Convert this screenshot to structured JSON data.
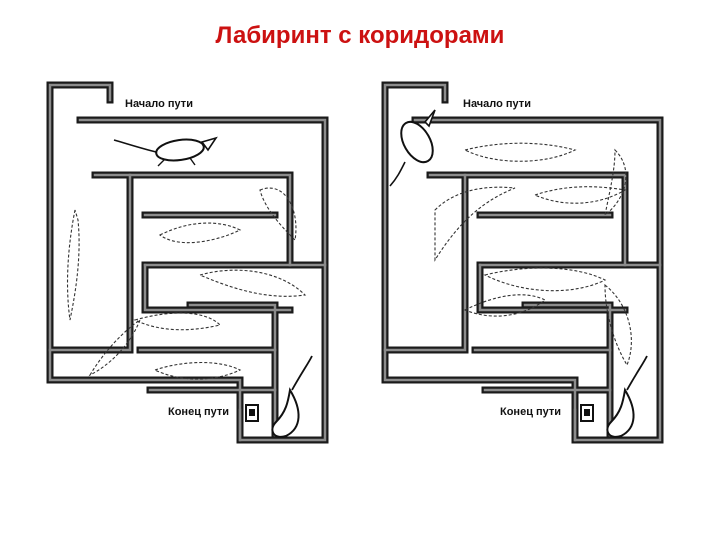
{
  "slide": {
    "title": "Лабиринт с коридорами",
    "title_color": "#cc1111"
  },
  "mazes": [
    {
      "start_label": "Начало пути",
      "end_label": "Конец пути"
    },
    {
      "start_label": "Начало пути",
      "end_label": "Конец пути"
    }
  ],
  "colors": {
    "wall": "#1a1a1a",
    "wall_inner": "#8c8c8c",
    "path_trace": "#333333"
  },
  "icons": [
    "rat-start-icon",
    "rat-end-icon",
    "food-box-icon",
    "rat-path-trace"
  ]
}
